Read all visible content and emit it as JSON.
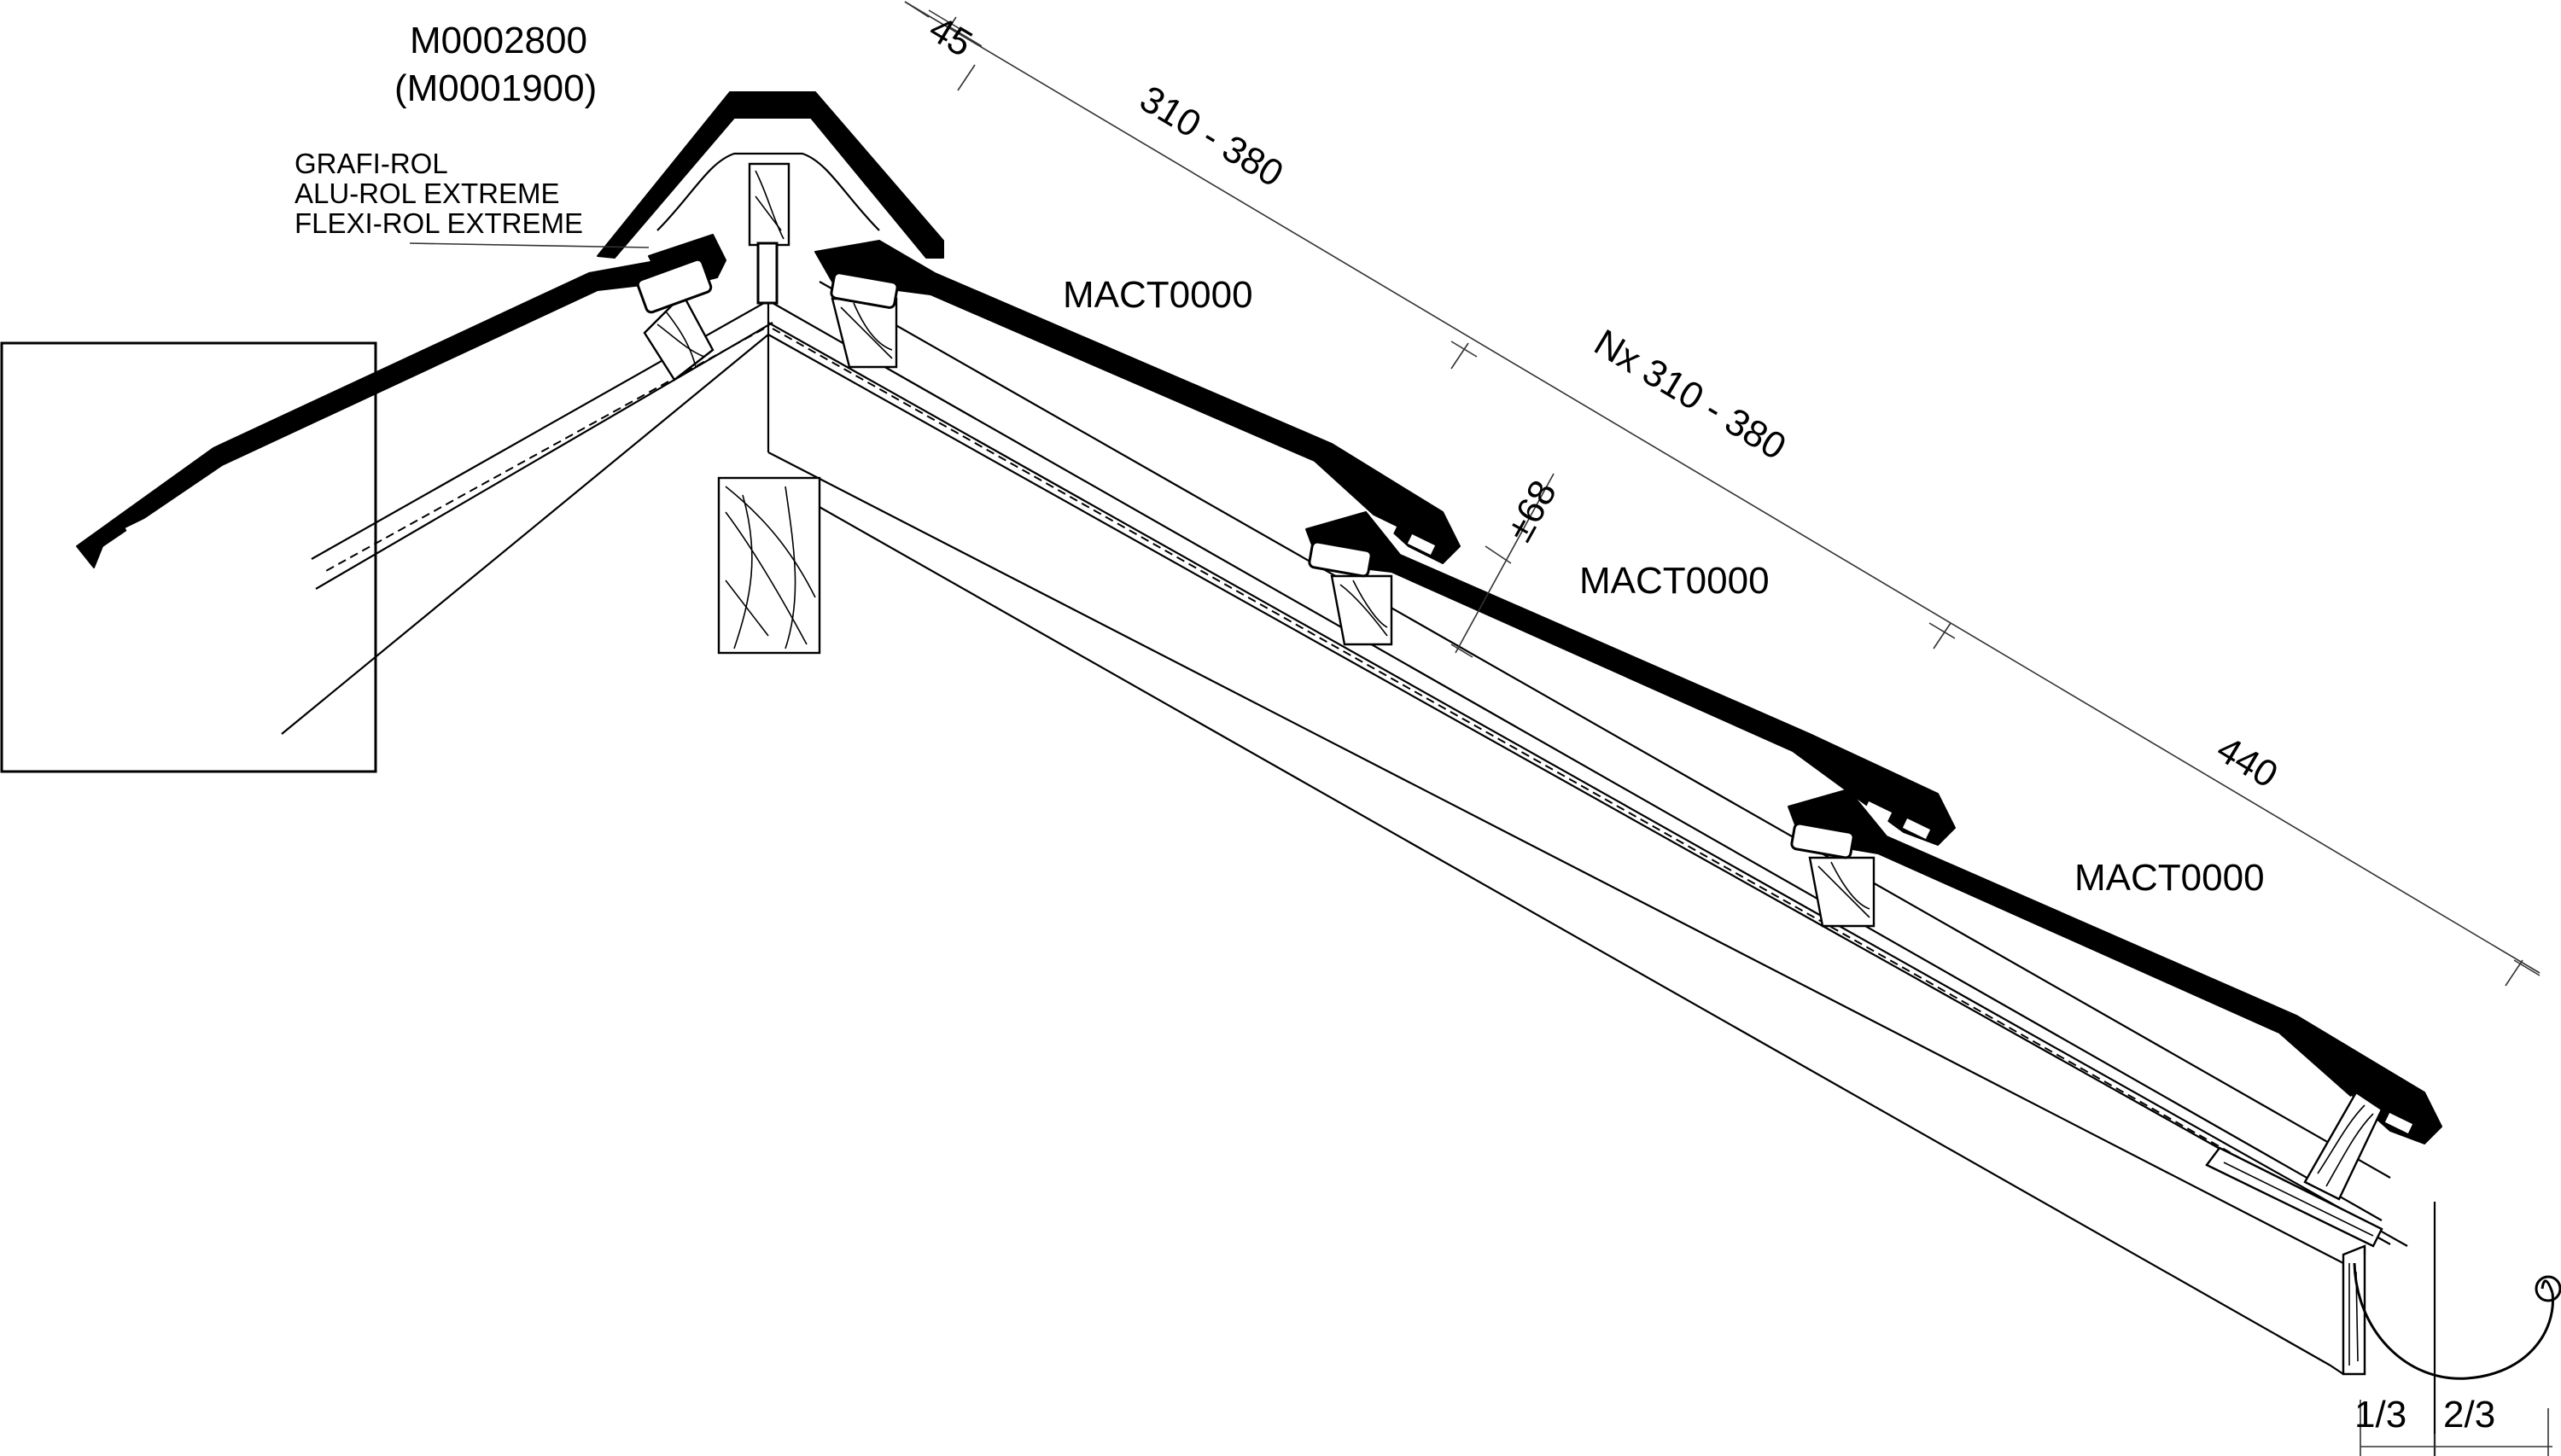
{
  "labels": {
    "ridge_code": "M0002800",
    "ridge_alt_code": "(M0001900)",
    "ridge_roll_1": "GRAFI-ROL",
    "ridge_roll_2": "ALU-ROL EXTREME",
    "ridge_roll_3": "FLEXI-ROL EXTREME",
    "tile_code_1": "MACT0000",
    "tile_code_2": "MACT0000",
    "tile_code_3": "MACT0000"
  },
  "dimensions": {
    "top_gap": "45",
    "first_batten": "310 - 380",
    "batten_spacing": "Nx 310 - 380",
    "eave_batten": "440",
    "batten_height": "±68",
    "gutter_left": "1/3",
    "gutter_right": "2/3"
  }
}
